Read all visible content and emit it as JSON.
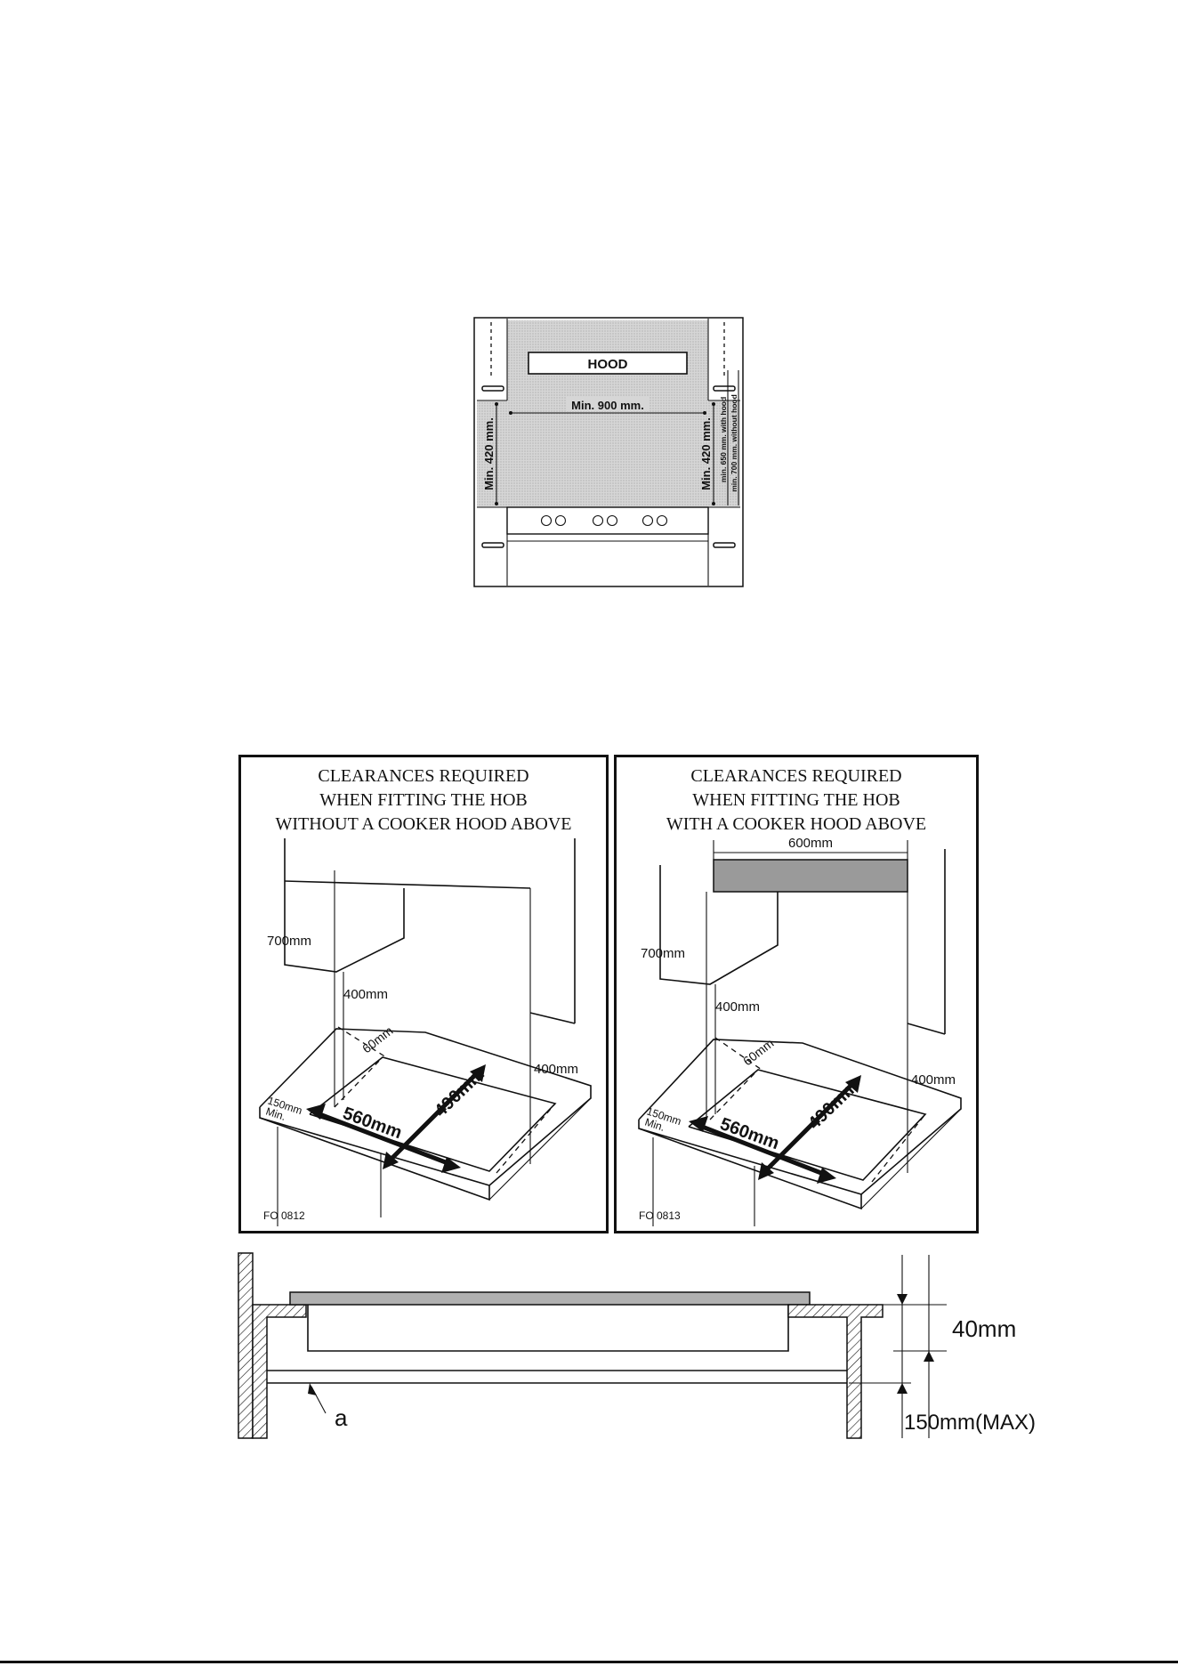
{
  "top_diagram": {
    "hood_label": "HOOD",
    "width_label": "Min. 900 mm.",
    "left_height_label": "Min. 420 mm.",
    "right_height_label": "Min. 420 mm.",
    "note_with_hood": "min. 650 mm. with hood",
    "note_without_hood": "min. 700 mm. without hood"
  },
  "panel_without_hood": {
    "title_lines": [
      "CLEARANCES REQUIRED",
      "WHEN FITTING THE HOB",
      "WITHOUT A COOKER HOOD ABOVE"
    ],
    "dim_700": "700mm",
    "dim_400_left": "400mm",
    "dim_400_right": "400mm",
    "dim_60": "60mm",
    "dim_150": "150mm",
    "dim_min": "Min.",
    "dim_560": "560mm",
    "dim_490": "490mm",
    "figure_code": "FO 0812"
  },
  "panel_with_hood": {
    "title_lines": [
      "CLEARANCES REQUIRED",
      "WHEN FITTING THE HOB",
      "WITH A COOKER HOOD ABOVE"
    ],
    "dim_600": "600mm",
    "dim_700": "700mm",
    "dim_400_left": "400mm",
    "dim_400_right": "400mm",
    "dim_60": "60mm",
    "dim_150": "150mm",
    "dim_min": "Min.",
    "dim_560": "560mm",
    "dim_490": "490mm",
    "figure_code": "FO 0813"
  },
  "section_diagram": {
    "dim_40": "40mm",
    "dim_150max": "150mm(MAX)",
    "label_a": "a"
  },
  "colors": {
    "fill_gray": "#d9d9d9",
    "hood_gray": "#9a9a9a",
    "ink": "#111111"
  }
}
